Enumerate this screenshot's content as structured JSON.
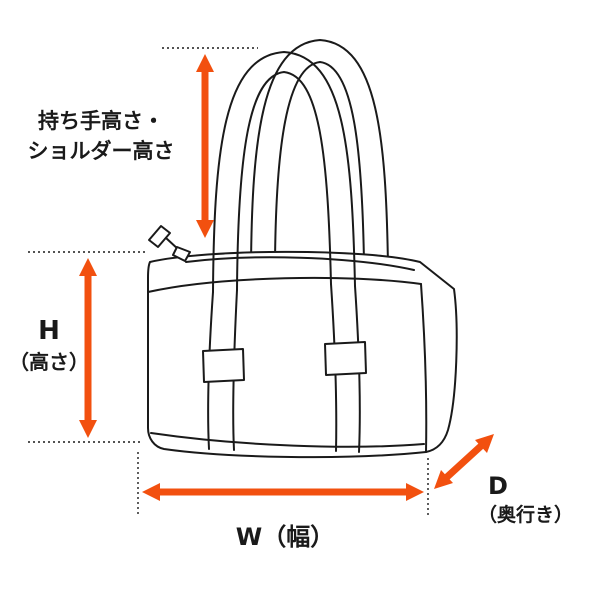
{
  "diagram": {
    "labels": {
      "handle_height": {
        "line1": "持ち手高さ・",
        "line2": "ショルダー高さ"
      },
      "height": {
        "symbol": "H",
        "caption": "（高さ）"
      },
      "width": {
        "label": "W（幅）"
      },
      "depth": {
        "symbol": "D",
        "caption": "（奥行き）"
      }
    },
    "colors": {
      "arrow": "#F2500F",
      "line": "#1A1A1A",
      "background": "#FFFFFF"
    }
  }
}
